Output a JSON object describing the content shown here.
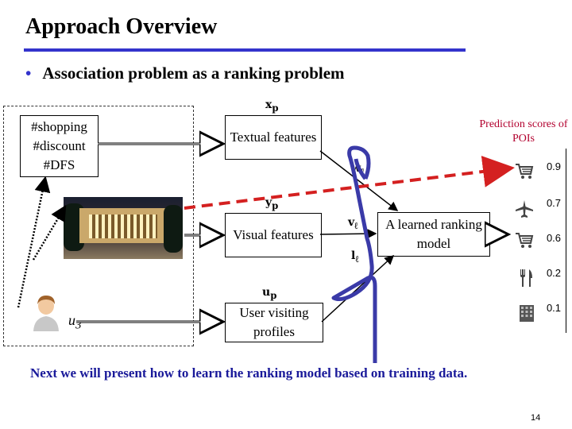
{
  "slide": {
    "title": "Approach Overview",
    "bullet": "Association problem as a ranking problem",
    "footer": "Next we will present how to learn the ranking model based on training data.",
    "page_number": "14"
  },
  "inputs": {
    "hashtags": "#shopping\n#discount\n#DFS",
    "user_label": "u",
    "user_subscript": "3"
  },
  "features": {
    "textual": "Textual features",
    "visual": "Visual features",
    "profiles": "User visiting profiles",
    "model": "A  learned ranking model"
  },
  "math_labels": {
    "xp": "x",
    "xp_sub": "p",
    "yp": "y",
    "yp_sub": "p",
    "up": "u",
    "up_sub": "p",
    "wl": "w",
    "wl_sub": "ℓ",
    "vl": "v",
    "vl_sub": "ℓ",
    "ll": "l",
    "ll_sub": "ℓ"
  },
  "scores": {
    "title": "Prediction scores of POIs",
    "items": [
      {
        "value": "0.9",
        "icon": "shopping-cart-icon"
      },
      {
        "value": "0.7",
        "icon": "airplane-icon"
      },
      {
        "value": "0.6",
        "icon": "shopping-cart-icon"
      },
      {
        "value": "0.2",
        "icon": "restaurant-icon"
      },
      {
        "value": "0.1",
        "icon": "office-building-icon"
      }
    ]
  },
  "colors": {
    "accent_blue": "#3333cc",
    "path_blue": "#3a3aa8",
    "dashed_red": "#d42020",
    "score_title": "#b2002e",
    "footer": "#1a1a9a"
  }
}
